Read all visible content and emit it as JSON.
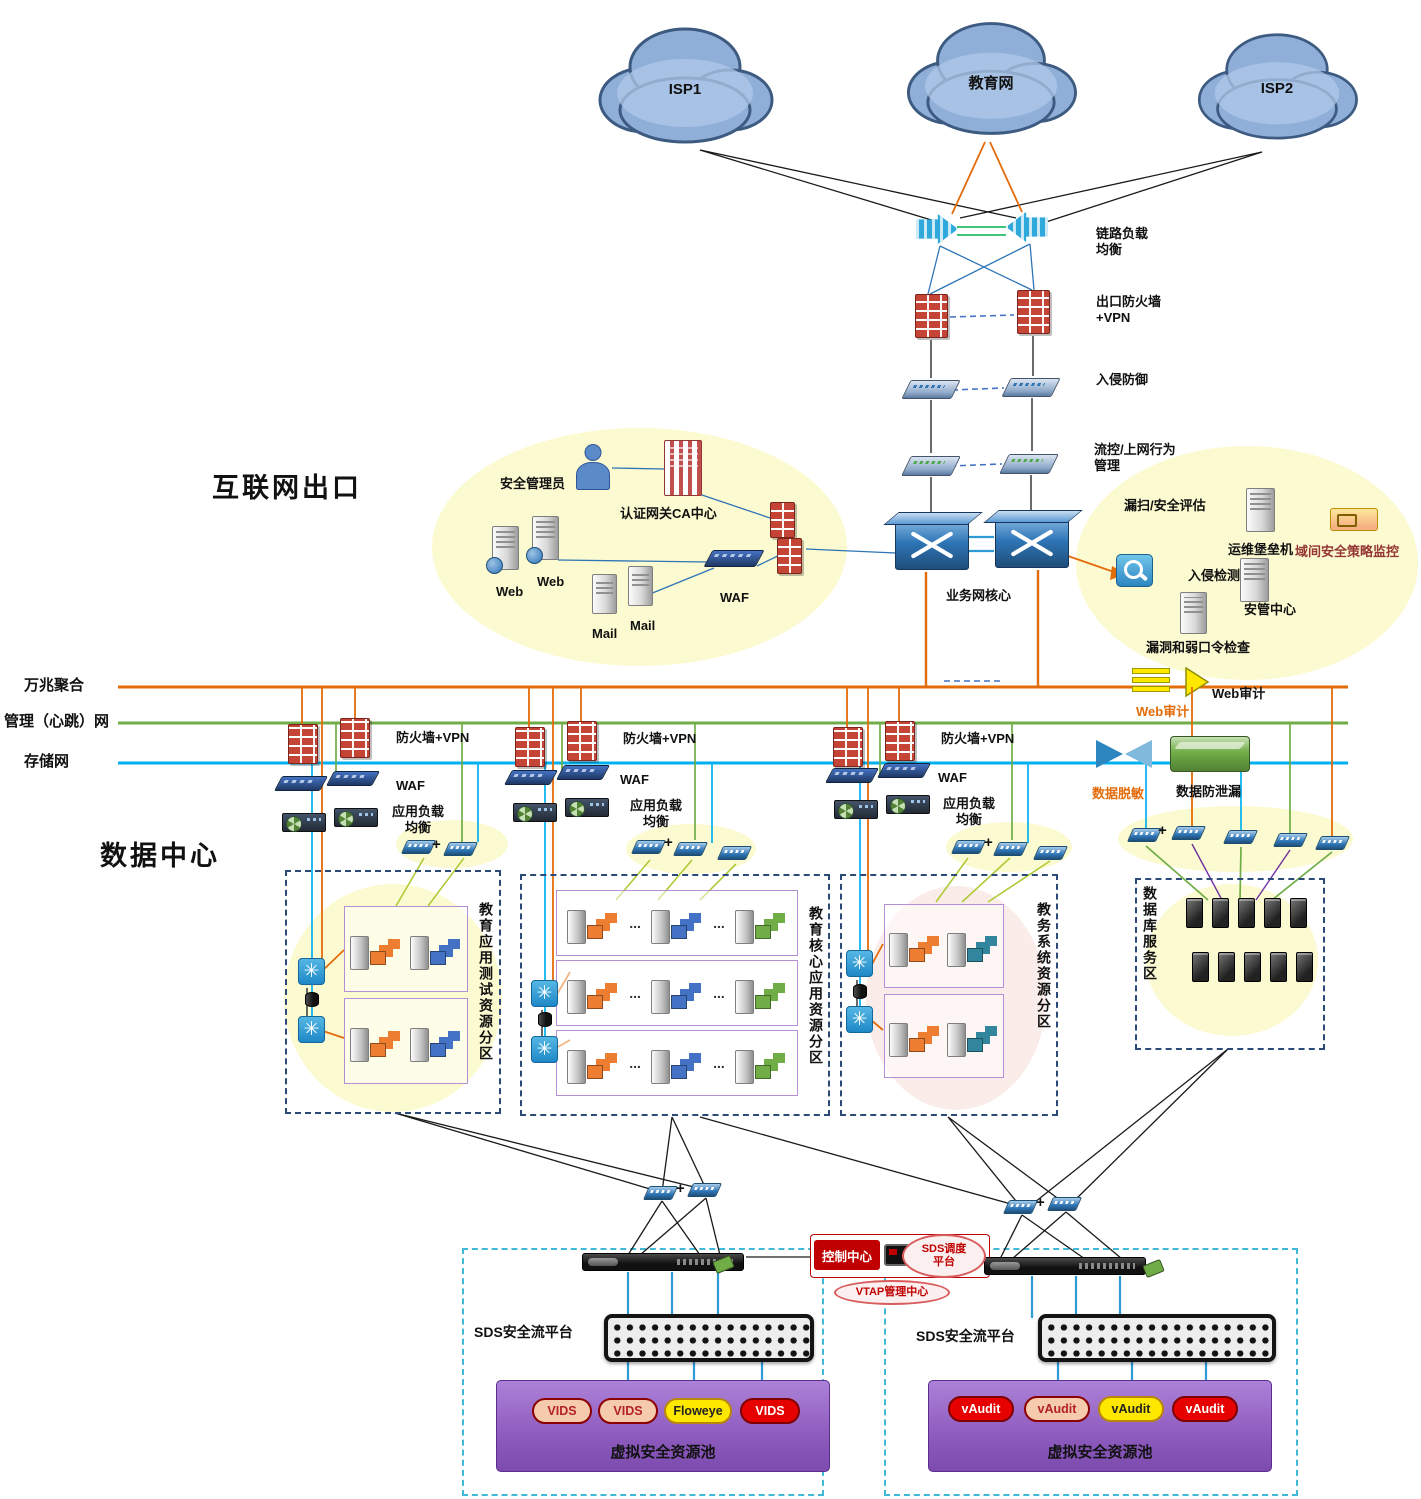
{
  "sections": {
    "internet_exit": "互联网出口",
    "data_center": "数据中心"
  },
  "clouds": {
    "isp1": "ISP1",
    "edu": "教育网",
    "isp2": "ISP2"
  },
  "chain": {
    "lb": "链路负载\n均衡",
    "fw": "出口防火墙\n+VPN",
    "ips": "入侵防御",
    "fc": "流控/上网行为\n管理",
    "core": "业务网核心"
  },
  "exit_area": {
    "admin": "安全管理员",
    "ca": "认证网关CA中心",
    "web1": "Web",
    "web2": "Web",
    "mail1": "Mail",
    "mail2": "Mail",
    "waf": "WAF"
  },
  "security_area": {
    "scan": "漏扫/安全评估",
    "bastion": "运维堡垒机",
    "policy": "域间安全策略监控",
    "ids": "入侵检测",
    "soc": "安管中心",
    "weak": "漏洞和弱口令检查"
  },
  "buses": {
    "agg": "万兆聚合",
    "mgmt": "管理（心跳）网",
    "storage": "存储网"
  },
  "web_audit": {
    "right": "Web审计",
    "below": "Web审计"
  },
  "security_devices": {
    "masking": "数据脱敏",
    "dlp": "数据防泄漏"
  },
  "zones": [
    {
      "fw": "防火墙+VPN",
      "waf": "WAF",
      "lb": "应用负载\n均衡",
      "name": "教育应用测试资源分区"
    },
    {
      "fw": "防火墙+VPN",
      "waf": "WAF",
      "lb": "应用负载\n均衡",
      "name": "教育核心应用资源分区"
    },
    {
      "fw": "防火墙+VPN",
      "waf": "WAF",
      "lb": "应用负载\n均衡",
      "name": "教务系统资源分区"
    }
  ],
  "db_zone": {
    "name": "数据库服务区"
  },
  "control": {
    "center": "控制中心",
    "sds": "SDS调度\n平台",
    "vtap": "VTAP管理中心"
  },
  "sds_left": {
    "platform": "SDS安全流平台",
    "pool": "虚拟安全资源池",
    "vm1": "VIDS",
    "vm2": "VIDS",
    "vm3": "Floweye",
    "vm4": "VIDS"
  },
  "sds_right": {
    "platform": "SDS安全流平台",
    "pool": "虚拟安全资源池",
    "vm1": "vAudit",
    "vm2": "vAudit",
    "vm3": "vAudit",
    "vm4": "vAudit"
  },
  "misc": {
    "plus": "+",
    "dots": "..."
  },
  "colors": {
    "bus_10g": "#E36C0A",
    "bus_mgmt": "#70AD47",
    "bus_storage": "#00B0F0",
    "vm_peach": "#F6CBAD",
    "vm_yellow": "#FFE800",
    "vm_red": "#E60000",
    "pool_purple": "#8E5BBE",
    "firewall_red": "#C44536",
    "device_blue": "#2E75B6"
  }
}
